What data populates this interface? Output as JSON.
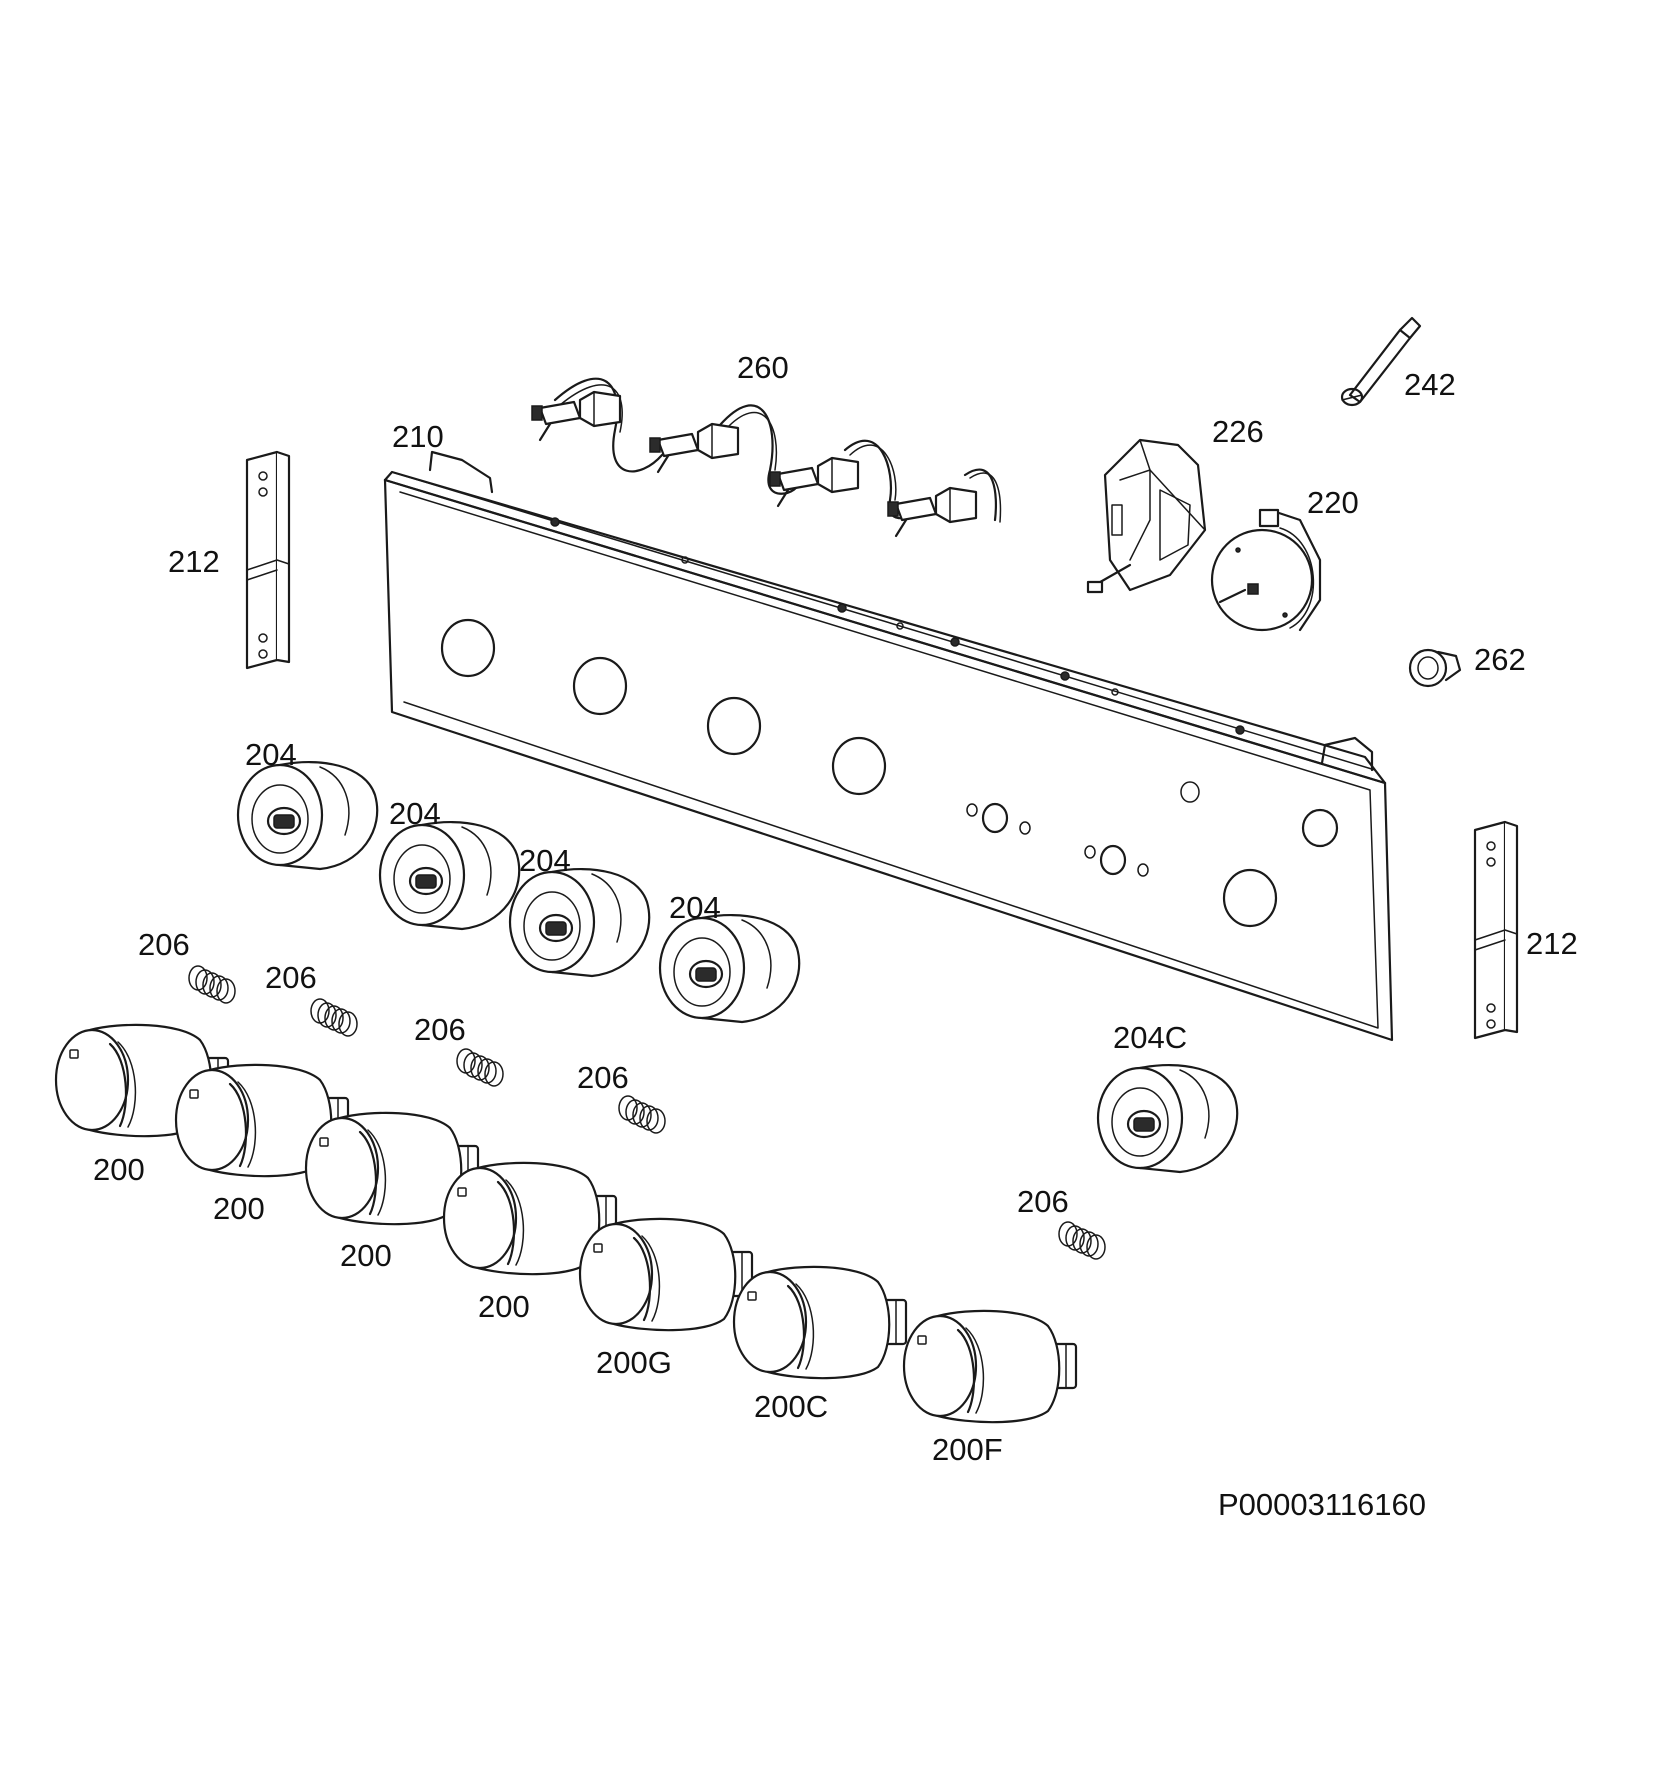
{
  "colors": {
    "line": "#1a1a1a",
    "background": "#ffffff"
  },
  "labels": {
    "p260": "260",
    "p242": "242",
    "p210": "210",
    "p226": "226",
    "p220": "220",
    "p212_left": "212",
    "p212_right": "212",
    "p262": "262",
    "p204_1": "204",
    "p204_2": "204",
    "p204_3": "204",
    "p204_4": "204",
    "p204c": "204C",
    "p206_1": "206",
    "p206_2": "206",
    "p206_3": "206",
    "p206_4": "206",
    "p206_5": "206",
    "p200_1": "200",
    "p200_2": "200",
    "p200_3": "200",
    "p200_4": "200",
    "p200g": "200G",
    "p200c": "200C",
    "p200f": "200F"
  },
  "drawing_number": "P00003116160"
}
